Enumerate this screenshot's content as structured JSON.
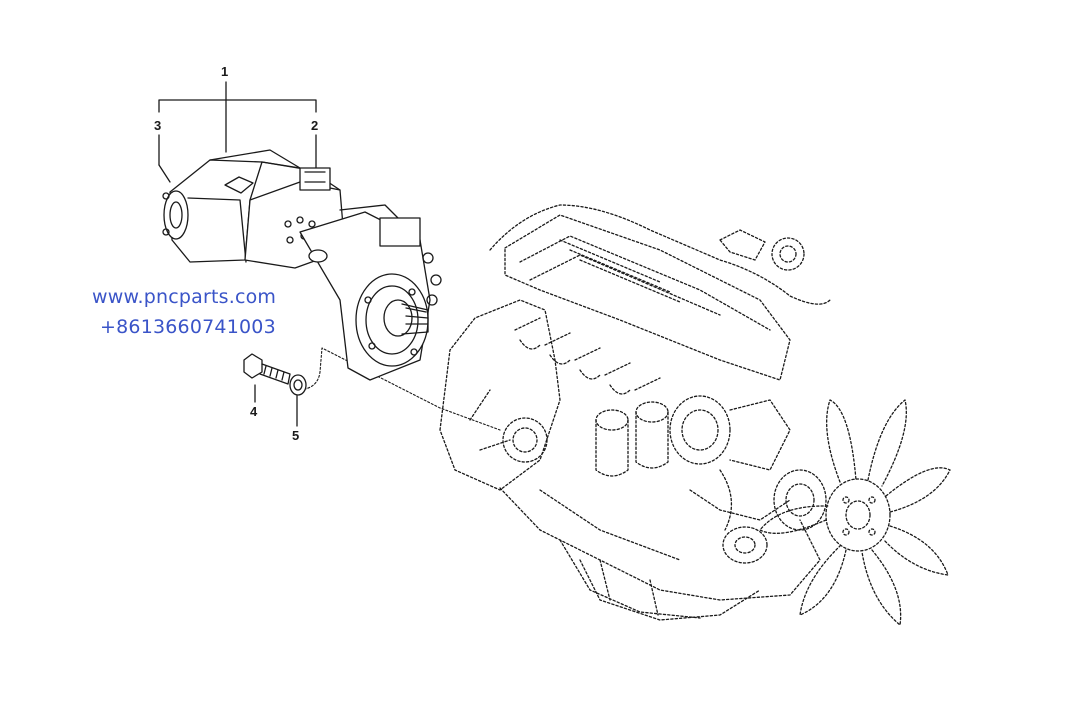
{
  "diagram": {
    "callouts": [
      {
        "id": "1",
        "label": "1"
      },
      {
        "id": "2",
        "label": "2"
      },
      {
        "id": "3",
        "label": "3"
      },
      {
        "id": "4",
        "label": "4"
      },
      {
        "id": "5",
        "label": "5"
      }
    ],
    "watermark": {
      "website": "www.pncparts.com",
      "phone": "+8613660741003",
      "color": "#3a54c8"
    },
    "line_color": "#1a1a1a"
  }
}
